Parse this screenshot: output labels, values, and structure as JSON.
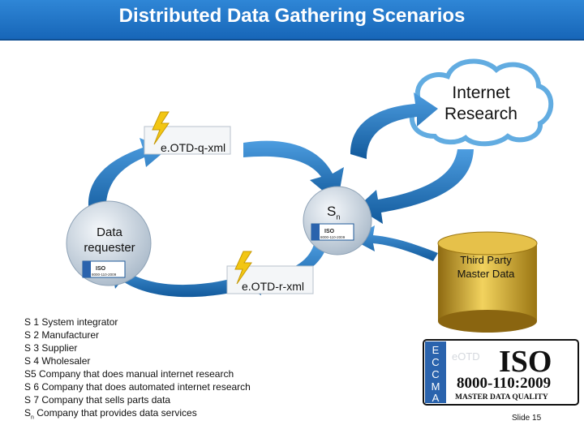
{
  "title": "Distributed Data Gathering Scenarios",
  "nodes": {
    "internet_research": [
      "Internet",
      "Research"
    ],
    "request_message": "e.OTD-q-xml",
    "response_message": "e.OTD-r-xml",
    "data_requester": [
      "Data",
      "requester"
    ],
    "sn_label": "S",
    "sn_sub": "n",
    "third_party": [
      "Third Party",
      "Master Data"
    ]
  },
  "badge_text": {
    "iso": "ISO",
    "code": "8000-110-2009",
    "side": "eOTD"
  },
  "legend": [
    "S 1 System integrator",
    "S 2 Manufacturer",
    "S 3 Supplier",
    "S 4 Wholesaler",
    "S5 Company that does manual internet research",
    "S 6 Company that does automated internet research",
    "S 7 Company that sells parts data"
  ],
  "legend_last": {
    "prefix": "S",
    "sub": "n",
    "text": " Company that provides data services"
  },
  "logo": {
    "letters": [
      "E",
      "C",
      "C",
      "M",
      "A"
    ],
    "iso": "ISO",
    "standard": "8000-110:2009",
    "tagline": "MASTER DATA QUALITY",
    "watermark": "eOTD"
  },
  "slide_number": "Slide 15",
  "colors": {
    "title_bar": "#1e74c9",
    "arrow": "#1f6fb5",
    "cloud": "#5aa8e0",
    "cylinder": "#d7aa2a",
    "lightning": "#f2c613",
    "logo_strip": "#2a63ad"
  }
}
